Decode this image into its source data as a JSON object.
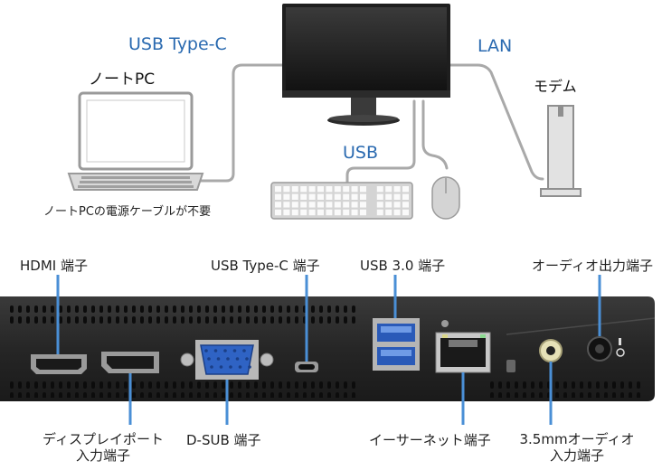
{
  "top": {
    "usb_type_c": "USB Type-C",
    "lan": "LAN",
    "notebook_pc": "ノートPC",
    "modem": "モデム",
    "usb": "USB",
    "no_power_cable": "ノートPCの電源ケーブルが不要"
  },
  "ports_top": {
    "hdmi": "HDMI 端子",
    "usb_type_c": "USB Type-C 端子",
    "usb30": "USB 3.0 端子",
    "audio_out": "オーディオ出力端子"
  },
  "ports_bottom": {
    "displayport_line1": "ディスプレイポート",
    "displayport_line2": "入力端子",
    "dsub": "D-SUB 端子",
    "ethernet": "イーサーネット端子",
    "audio_in_line1": "3.5mmオーディオ",
    "audio_in_line2": "入力端子"
  },
  "colors": {
    "accent_blue": "#2a6ab0",
    "cable_gray": "#a9a9a9",
    "leader_blue": "#4a8fd6",
    "panel_dark": "#2b2b2b"
  }
}
